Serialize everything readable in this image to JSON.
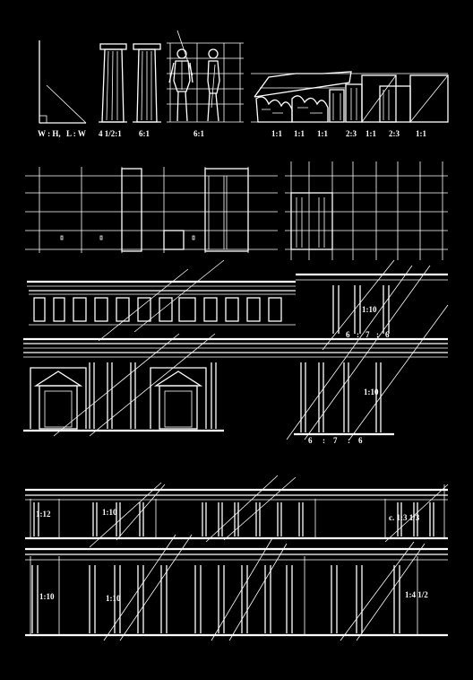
{
  "panel1": {
    "ratio_labels": [
      "W : H,",
      "L : W",
      "4 1/2:1",
      "6:1",
      "6:1",
      "1:1",
      "1:1",
      "1:1",
      "2:3",
      "1:1",
      "2:3",
      "1:1"
    ]
  },
  "panel3": {
    "ratio_top": "1:10",
    "ratio_mid": "1:10",
    "seq_upper": [
      "6",
      ":",
      "7",
      ":",
      "6"
    ],
    "seq_lower": [
      "6",
      ":",
      "7",
      ":",
      "6"
    ]
  },
  "panel4": {
    "ratio_a": "1:12",
    "ratio_b": "1:10",
    "ratio_c": "1:10",
    "ratio_d": "1:10",
    "ratio_e": "c. 1:3 1/3",
    "ratio_f": "1:4 1/2"
  },
  "colors": {
    "background": "#000000",
    "ink": "#ffffff"
  }
}
